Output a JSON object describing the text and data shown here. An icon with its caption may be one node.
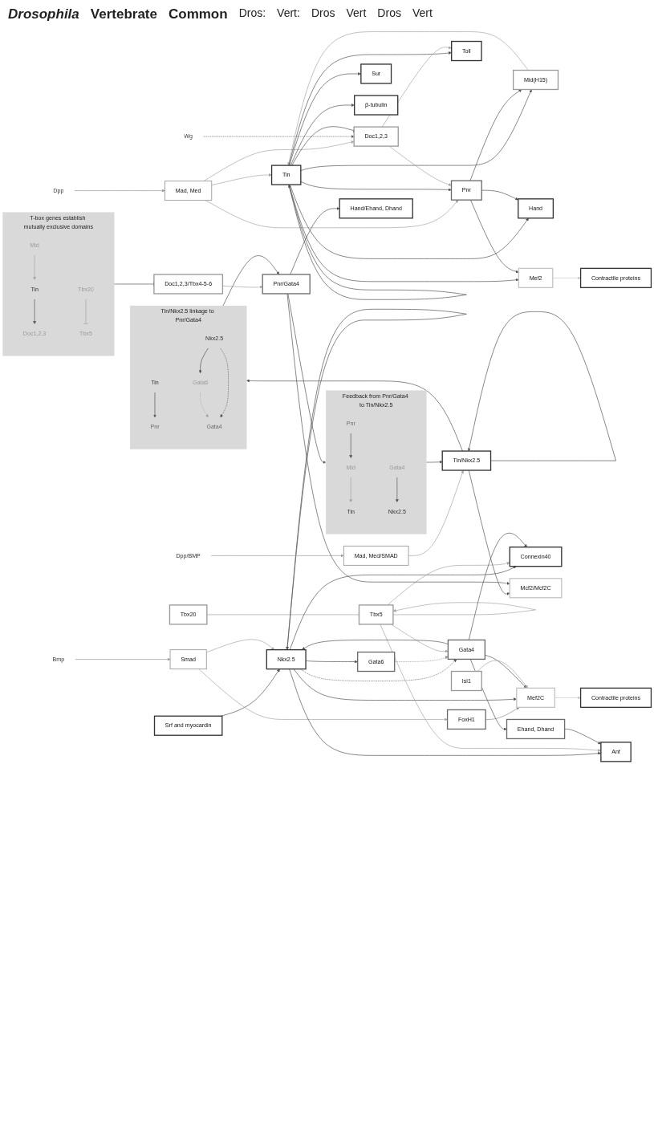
{
  "diagram": {
    "nodes": [
      {
        "text": [
          "Dpp"
        ]
      },
      {
        "text": [
          "Mad, Med"
        ]
      },
      {
        "text": [
          "Wg"
        ]
      },
      {
        "text": [
          "Mid(H15)"
        ]
      },
      {
        "text": [
          "Tin"
        ]
      },
      {
        "text": [
          "Hand"
        ]
      },
      {
        "text": [
          "Doc1,2,3"
        ]
      },
      {
        "text": [
          "Pnr"
        ]
      },
      {
        "text": [
          "Mef2"
        ]
      },
      {
        "text": [
          "Toll"
        ]
      },
      {
        "text": [
          "Sur"
        ]
      },
      {
        "text": [
          "β-tubulin"
        ]
      },
      {
        "text": [
          "Contractile proteins"
        ]
      },
      {
        "text": [
          "Srf and myocardin"
        ]
      },
      {
        "text": [
          "FoxH1"
        ]
      },
      {
        "text": [
          "Tbx20"
        ]
      },
      {
        "text": [
          "Bmp"
        ]
      },
      {
        "text": [
          "Smad"
        ]
      },
      {
        "text": [
          "Nkx2.5"
        ]
      },
      {
        "text": [
          "Ehand, Dhand"
        ]
      },
      {
        "text": [
          "Gata6"
        ]
      },
      {
        "text": [
          "Isl1"
        ]
      },
      {
        "text": [
          "Mef2C"
        ]
      },
      {
        "text": [
          "Contractile proteins"
        ]
      },
      {
        "text": [
          "Tbx5"
        ]
      },
      {
        "text": [
          "Gata4"
        ]
      },
      {
        "text": [
          "Connexin40"
        ]
      },
      {
        "text": [
          "Anf"
        ]
      },
      {
        "text": [
          "Dpp/BMP"
        ]
      },
      {
        "text": [
          "Mad, Med/SMAD"
        ]
      },
      {
        "text": [
          "Tin/Nkx2.5"
        ]
      },
      {
        "text": [
          "Feedback from Pnr/Gata4 to Tin/Nkx2.5"
        ]
      },
      {
        "text": [
          "Tin"
        ],
        "in": 31
      },
      {
        "text": [
          "Mid"
        ],
        "in": 31
      },
      {
        "text": [
          "Pnr"
        ],
        "in": 31
      },
      {
        "text": [
          "Nkx2.5"
        ],
        "in": 31
      },
      {
        "text": [
          "Gata4"
        ],
        "in": 31
      },
      {
        "text": [
          "Hand/Ehand, Dhand"
        ]
      },
      {
        "text": [
          "T-box genes establish mutually exclusive domains"
        ]
      },
      {
        "text": [
          "Mid"
        ],
        "in": 38
      },
      {
        "text": [
          "Tin"
        ],
        "in": 38
      },
      {
        "text": [
          "Doc1,2,3"
        ],
        "in": 38
      },
      {
        "text": [
          "Tbx20"
        ],
        "in": 38
      },
      {
        "text": [
          "Tbx5"
        ],
        "in": 38
      },
      {
        "text": [
          "Tin/Nkx2.5 linkage to Pnr/Gata4"
        ]
      },
      {
        "text": [
          "Tin"
        ],
        "in": 44
      },
      {
        "text": [
          "Pnr"
        ],
        "in": 44
      },
      {
        "text": [
          "Nkx2.5"
        ],
        "in": 44
      },
      {
        "text": [
          "Gata6"
        ],
        "in": 44
      },
      {
        "text": [
          "Gata4"
        ],
        "in": 44
      },
      {
        "text": [
          "Mcf2/Mcf2C"
        ]
      },
      {
        "text": [
          "Doc1,2,3/Tbx4-5-6"
        ]
      },
      {
        "text": [
          "Pnr/Gata4"
        ]
      }
    ],
    "edges": [
      {
        "from": 0,
        "to": 1,
        "arrow": "to",
        "color": "#9a9a9a"
      },
      {
        "from": 1,
        "to": 4,
        "arrow": "to",
        "color": "#a6a6a6"
      },
      {
        "from": 1,
        "to": 6,
        "arrow": "to",
        "color": "#a6a6a6"
      },
      {
        "from": 1,
        "to": 7,
        "arrow": "to",
        "color": "#a6a6a6"
      },
      {
        "from": 2,
        "to": 6,
        "arrow": "to",
        "style": "dashed"
      },
      {
        "from": 3,
        "to": 4,
        "arrow": "to",
        "color": "#a6a6a6"
      },
      {
        "from": 4,
        "to": 4,
        "arrow": "to"
      },
      {
        "from": 4,
        "to": 3,
        "arrow": "to"
      },
      {
        "from": 4,
        "to": 5,
        "arrow": "to"
      },
      {
        "from": 4,
        "to": 8,
        "arrow": "to"
      },
      {
        "from": 4,
        "to": 9,
        "arrow": "to"
      },
      {
        "from": 4,
        "to": 10,
        "arrow": "to"
      },
      {
        "from": 4,
        "to": 11,
        "arrow": "to"
      },
      {
        "from": 4,
        "to": 6,
        "arrow": "other"
      },
      {
        "from": 4,
        "to": 7,
        "arrow": "to"
      },
      {
        "from": 6,
        "to": 7,
        "arrow": "to",
        "color": "#a6a6a6"
      },
      {
        "from": 6,
        "to": 9,
        "arrow": "to",
        "color": "#a6a6a6"
      },
      {
        "from": 7,
        "to": 3,
        "arrow": "to"
      },
      {
        "from": 7,
        "to": 5,
        "arrow": "to"
      },
      {
        "from": 7,
        "to": 8,
        "arrow": "to"
      },
      {
        "from": 8,
        "to": 12,
        "arrow": "to",
        "color": "#c8c8c8"
      },
      {
        "from": 13,
        "to": 18,
        "arrow": "to"
      },
      {
        "from": 16,
        "to": 17,
        "arrow": "to",
        "color": "#9a9a9a"
      },
      {
        "from": 17,
        "to": 18,
        "arrow": "to",
        "color": "#a6a6a6"
      },
      {
        "from": 17,
        "to": 14,
        "arrow": "to",
        "color": "#a6a6a6"
      },
      {
        "from": 14,
        "to": 22,
        "arrow": "to",
        "color": "#8c8c8c"
      },
      {
        "from": 15,
        "to": 24,
        "arrow": "other",
        "color": "#a6a6a6"
      },
      {
        "from": 18,
        "to": 20,
        "arrow": "to"
      },
      {
        "from": 18,
        "to": 18,
        "arrow": "to"
      },
      {
        "from": 18,
        "to": 22,
        "arrow": "to"
      },
      {
        "from": 18,
        "to": 27,
        "arrow": "to"
      },
      {
        "from": 18,
        "to": 26,
        "arrow": "to"
      },
      {
        "from": 18,
        "to": 25,
        "arrow": "to",
        "style": "dashed"
      },
      {
        "from": 20,
        "to": 25,
        "arrow": "to",
        "style": "dashed",
        "color": "#8c8c8c"
      },
      {
        "from": 24,
        "to": 24,
        "arrow": "to",
        "color": "#a6a6a6"
      },
      {
        "from": 24,
        "to": 25,
        "arrow": "to",
        "color": "#a6a6a6"
      },
      {
        "from": 24,
        "to": 26,
        "arrow": "to",
        "color": "#a6a6a6"
      },
      {
        "from": 24,
        "to": 27,
        "arrow": "to",
        "color": "#a6a6a6"
      },
      {
        "from": 25,
        "to": 18,
        "arrow": "to"
      },
      {
        "from": 25,
        "to": 19,
        "arrow": "to"
      },
      {
        "from": 25,
        "to": 22,
        "arrow": "to"
      },
      {
        "from": 25,
        "to": 26,
        "arrow": "to"
      },
      {
        "from": 19,
        "to": 27,
        "arrow": "to"
      },
      {
        "from": 21,
        "to": 22,
        "arrow": "to",
        "color": "#a6a6a6"
      },
      {
        "from": 22,
        "to": 23,
        "arrow": "to",
        "color": "#c8c8c8"
      },
      {
        "from": 28,
        "to": 29,
        "arrow": "to",
        "color": "#9a9a9a"
      },
      {
        "from": 29,
        "to": 30,
        "arrow": "to",
        "color": "#a6a6a6"
      },
      {
        "from": 31,
        "to": 30,
        "arrow": "to"
      },
      {
        "from": 30,
        "to": 30,
        "arrow": "to"
      },
      {
        "from": 30,
        "to": 44,
        "arrow": "to"
      },
      {
        "from": 30,
        "to": 50,
        "arrow": "to"
      },
      {
        "from": 52,
        "to": 31,
        "arrow": "to"
      },
      {
        "from": 52,
        "to": 37,
        "arrow": "to"
      },
      {
        "from": 52,
        "to": 50,
        "arrow": "to"
      },
      {
        "from": 44,
        "to": 52,
        "arrow": "to"
      },
      {
        "from": 38,
        "to": 51,
        "arrow": "other"
      },
      {
        "from": 51,
        "to": 52,
        "arrow": "to",
        "color": "#a6a6a6"
      },
      {
        "from": 33,
        "to": 32,
        "arrow": "to",
        "color": "#a6a6a6"
      },
      {
        "from": 34,
        "to": 33,
        "arrow": "to"
      },
      {
        "from": 36,
        "to": 35,
        "arrow": "to"
      },
      {
        "from": 39,
        "to": 40,
        "arrow": "to",
        "color": "#a6a6a6"
      },
      {
        "from": 40,
        "to": 41,
        "arrow": "to"
      },
      {
        "from": 42,
        "to": 43,
        "arrow": "other",
        "color": "#a6a6a6"
      },
      {
        "from": 45,
        "to": 46,
        "arrow": "to"
      },
      {
        "from": 47,
        "to": 48,
        "arrow": "to"
      },
      {
        "from": 48,
        "to": 49,
        "arrow": "to",
        "style": "dashed",
        "color": "#a6a6a6"
      },
      {
        "from": 47,
        "to": 49,
        "arrow": "to",
        "style": "dashed"
      }
    ],
    "labels": [
      "Drosophila",
      "Vertebrate",
      "Common",
      "Dros:",
      "Vert:",
      "Dros",
      "Vert",
      "Dros",
      "Vert"
    ]
  }
}
